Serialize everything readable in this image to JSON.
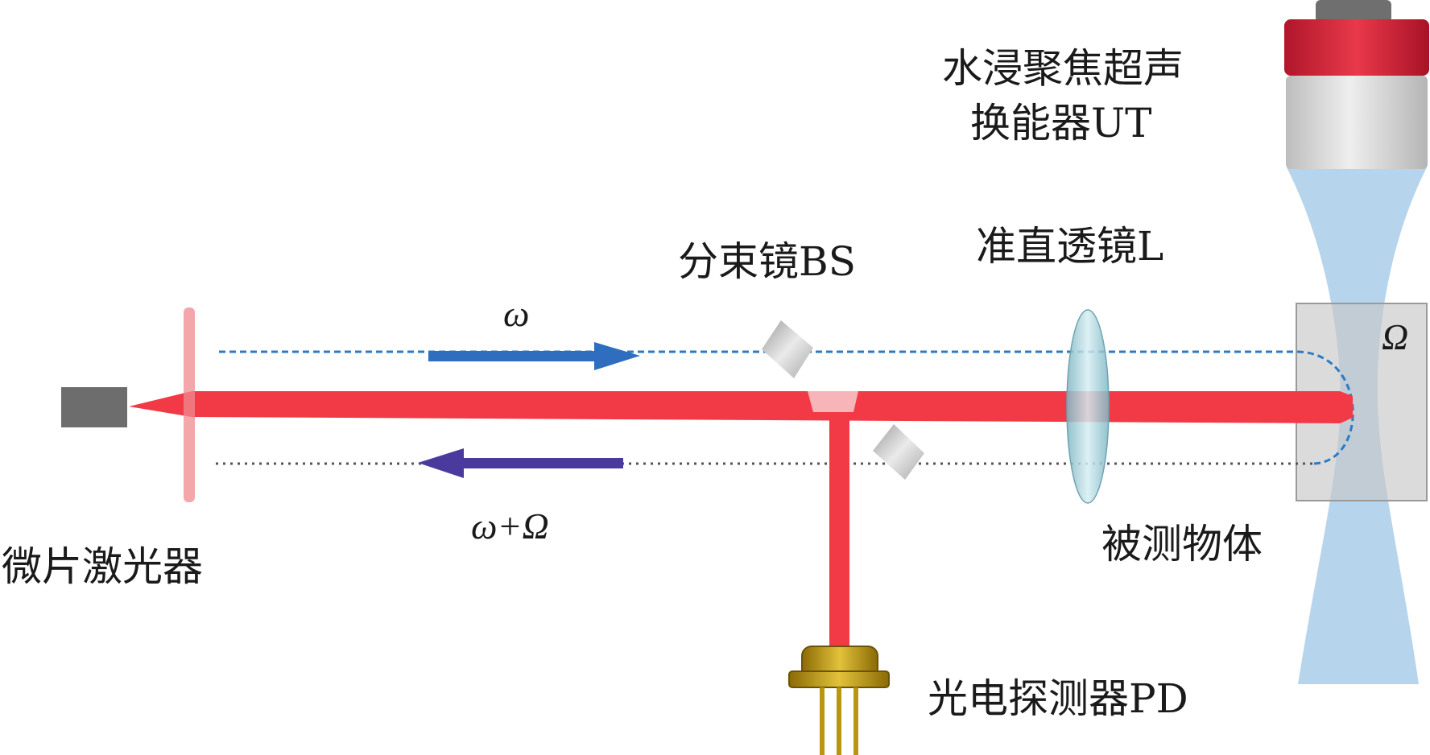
{
  "labels": {
    "transducer_line1": "水浸聚焦超声",
    "transducer_line2": "换能器UT",
    "beam_splitter": "分束镜BS",
    "collimating_lens": "准直透镜L",
    "omega": "ω",
    "omega_plus_Omega": "ω+Ω",
    "Omega": "Ω",
    "object": "被测物体",
    "laser": "微片激光器",
    "photodetector": "光电探测器PD"
  },
  "colors": {
    "laser_beam": "#f23a46",
    "forward_arrow": "#2f6dbf",
    "return_arrow": "#4a3a9e",
    "forward_dashed": "#2c7bc4",
    "return_dotted": "#555555",
    "ultrasound_beam": "#a9cde8",
    "transducer_cap": "#d8263a",
    "transducer_body": "#d3d3d3",
    "object_box": "#c8c8c8",
    "detector_gold": "#b8960f",
    "lens": "#a6cfd8"
  },
  "icons": {
    "laser_source": "laser-box-icon",
    "detector": "photodiode-icon"
  }
}
